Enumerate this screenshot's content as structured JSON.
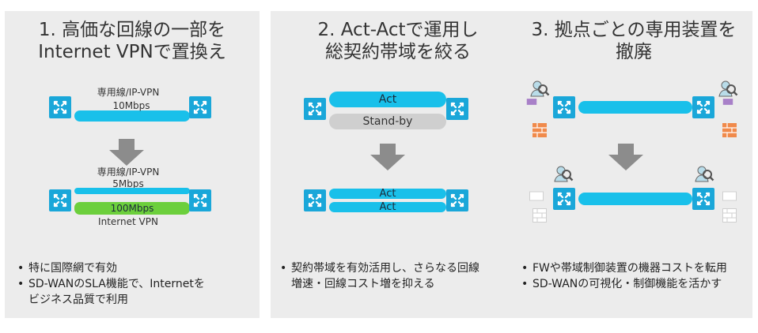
{
  "panels": [
    {
      "title": "1. 高価な回線の一部を\nInternet VPNで置換え",
      "top_label": "専用線/IP-VPN",
      "top_speed": "10Mbps",
      "bottom_label": "専用線/IP-VPN",
      "bottom_speed1": "5Mbps",
      "bottom_speed2": "100Mbps",
      "bottom_label2": "Internet VPN",
      "bullets": [
        "特に国際網で有効",
        "SD-WANのSLA機能で、Internetを\nビジネス品質で利用"
      ]
    },
    {
      "title": "2. Act-Actで運用し\n総契約帯域を絞る",
      "act": "Act",
      "standby": "Stand-by",
      "act1": "Act",
      "act2": "Act",
      "bullets": [
        "契約帯域を有効活用し、さらなる回線\n増速・回線コスト増を抑える"
      ]
    },
    {
      "title": "3. 拠点ごとの専用装置を\n撤廃",
      "bullets": [
        "FWや帯域制御装置の機器コストを転用",
        "SD-WANの可視化・制御機能を活かす"
      ]
    }
  ],
  "colors": {
    "panel_bg": "#ececec",
    "pipe_blue": "#19c0ea",
    "pipe_green": "#6ccf3c",
    "pipe_grey": "#cfcfcf",
    "router": "#1aa7d9",
    "arrow": "#8c8c8c",
    "firewall": "#f08a4b",
    "device": "#a880c8"
  },
  "icons": [
    "router-icon",
    "down-arrow-icon",
    "firewall-icon",
    "person-magnifier-icon",
    "device-icon"
  ]
}
